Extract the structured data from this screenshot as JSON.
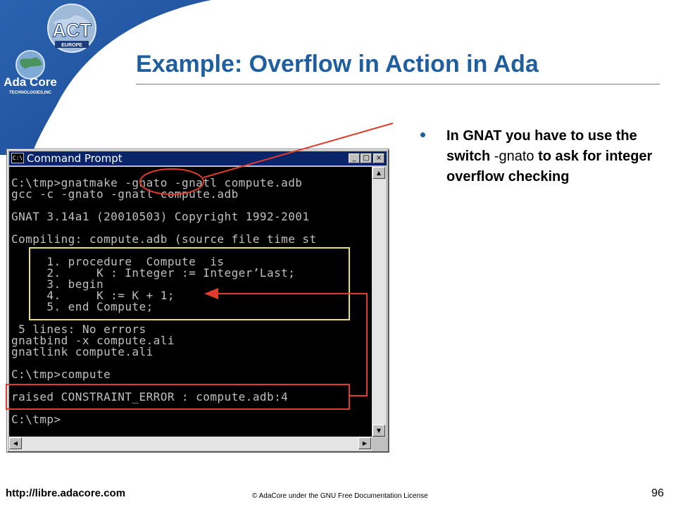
{
  "logos": {
    "act_text": "ACT",
    "act_sub": "EUROPE",
    "ada_text": "Ada Core",
    "ada_sub": "TECHNOLOGIES,INC"
  },
  "slide": {
    "title": "Example: Overflow in Action in Ada",
    "bullet": {
      "part1": "In GNAT you have to use the switch ",
      "code": "-gnato",
      "part2": " to ask for integer overflow checking"
    }
  },
  "window": {
    "title": "Command Prompt",
    "icon_label": "C:\\",
    "minimize": "_",
    "maximize": "□",
    "close": "×",
    "lines": [
      "C:\\tmp>gnatmake -gnato -gnatl compute.adb",
      "gcc -c -gnato -gnatl compute.adb",
      "",
      "GNAT 3.14a1 (20010503) Copyright 1992-2001",
      "",
      "Compiling: compute.adb (source file time st",
      "",
      "     1. procedure  Compute  is",
      "     2.     K : Integer := Integer’Last;",
      "     3. begin",
      "     4.     K := K + 1;",
      "     5. end Compute;",
      "",
      " 5 lines: No errors",
      "gnatbind -x compute.ali",
      "gnatlink compute.ali",
      "",
      "C:\\tmp>compute",
      "",
      "raised CONSTRAINT_ERROR : compute.adb:4",
      "",
      "C:\\tmp>"
    ]
  },
  "colors": {
    "title": "#1f5fa0",
    "highlight_yellow": "#e8e06a",
    "highlight_red": "#e03c2c",
    "titlebar": "#0a246a"
  },
  "footer": {
    "url": "http://libre.adacore.com",
    "license": "© AdaCore under the GNU Free Documentation License",
    "page": "96"
  }
}
